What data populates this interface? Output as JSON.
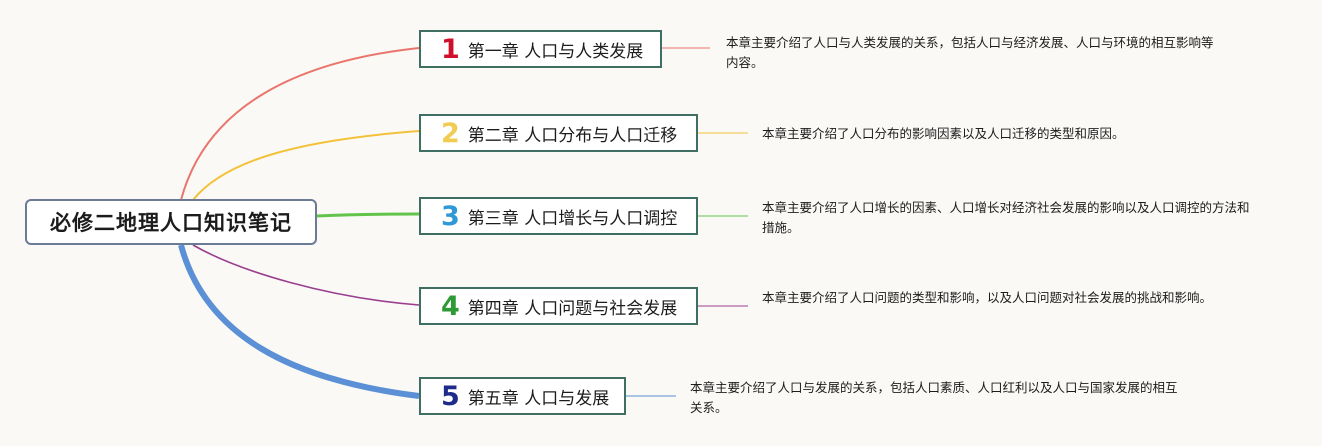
{
  "root": {
    "title": "必修二地理人口知识笔记"
  },
  "chapters": [
    {
      "num": "1",
      "title": "第一章 人口与人类发展",
      "color": "#e9756c",
      "numColor": "#d0102a",
      "desc": "本章主要介绍了人口与人类发展的关系，包括人口与经济发展、人口与环境的相互影响等内容。"
    },
    {
      "num": "2",
      "title": "第二章 人口分布与人口迁移",
      "color": "#f3c23a",
      "numColor": "#f0cc52",
      "desc": "本章主要介绍了人口分布的影响因素以及人口迁移的类型和原因。"
    },
    {
      "num": "3",
      "title": "第三章 人口增长与人口调控",
      "color": "#63c44c",
      "numColor": "#2f98d6",
      "desc": "本章主要介绍了人口增长的因素、人口增长对经济社会发展的影响以及人口调控的方法和措施。"
    },
    {
      "num": "4",
      "title": "第四章 人口问题与社会发展",
      "color": "#9a3f8e",
      "numColor": "#2e9a36",
      "desc": "本章主要介绍了人口问题的类型和影响，以及人口问题对社会发展的挑战和影响。"
    },
    {
      "num": "5",
      "title": "第五章 人口与发展",
      "color": "#5b8fd6",
      "numColor": "#1d2b8a",
      "desc": "本章主要介绍了人口与发展的关系，包括人口素质、人口红利以及人口与国家发展的相互关系。"
    }
  ]
}
